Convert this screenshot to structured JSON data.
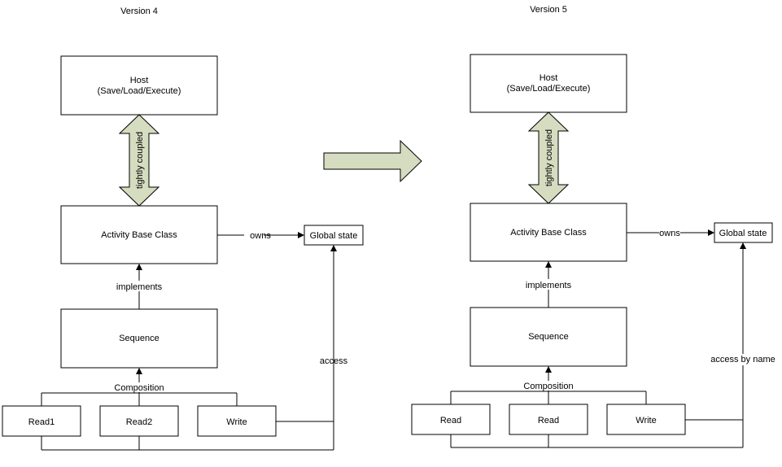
{
  "diagram": {
    "left": {
      "title": "Version 4",
      "host_line1": "Host",
      "host_line2": "(Save/Load/Execute)",
      "coupling_label": "tightly coupled",
      "activity": "Activity Base Class",
      "owns_label": "owns",
      "global_state": "Global state",
      "implements_label": "implements",
      "sequence": "Sequence",
      "composition_label": "Composition",
      "child1": "Read1",
      "child2": "Read2",
      "child3": "Write",
      "access_label": "access"
    },
    "right": {
      "title": "Version 5",
      "host_line1": "Host",
      "host_line2": "(Save/Load/Execute)",
      "coupling_label": "tightly coupled",
      "activity": "Activity Base Class",
      "owns_label": "owns",
      "global_state": "Global state",
      "implements_label": "implements",
      "sequence": "Sequence",
      "composition_label": "Composition",
      "child1": "Read",
      "child2": "Read",
      "child3": "Write",
      "access_label": "access by name"
    },
    "colors": {
      "fat_arrow_fill": "#d5dcc0",
      "stroke": "#000000"
    }
  }
}
